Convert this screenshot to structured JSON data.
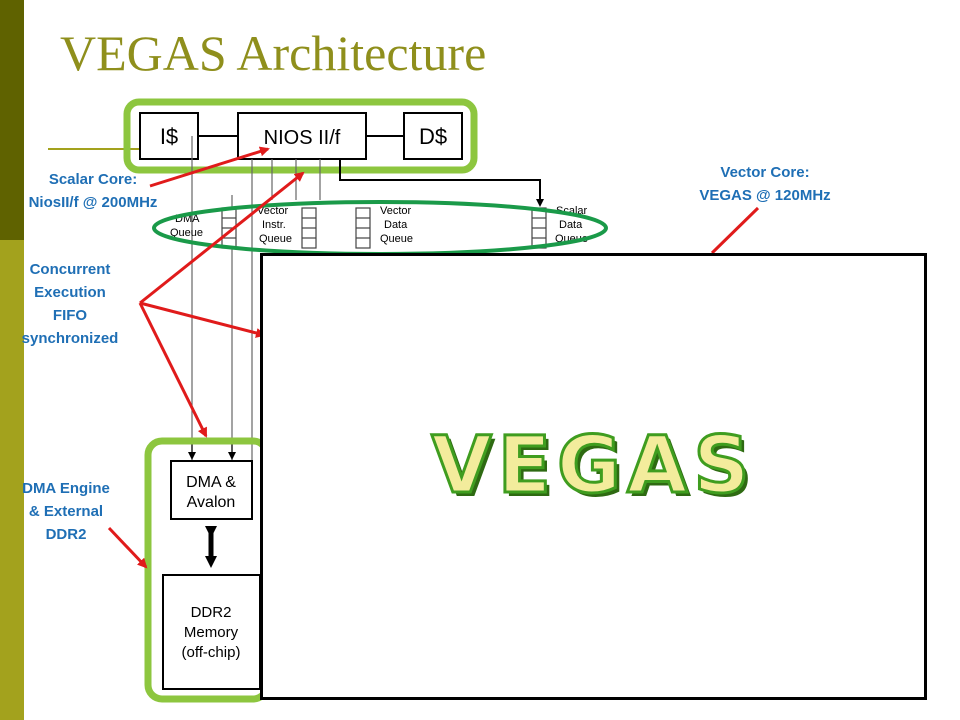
{
  "slide": {
    "title": "VEGAS Architecture"
  },
  "annotations": {
    "scalar_core_line1": "Scalar Core:",
    "scalar_core_line2": "NiosII/f @ 200MHz",
    "vector_core_line1": "Vector Core:",
    "vector_core_line2": "VEGAS @ 120MHz",
    "concurrent_line1": "Concurrent",
    "concurrent_line2": "Execution",
    "concurrent_line3": "FIFO",
    "concurrent_line4": "synchronized",
    "dma_line1": "DMA Engine",
    "dma_line2": "& External",
    "dma_line3": "DDR2"
  },
  "blocks": {
    "icache": "I$",
    "nios": "NIOS II/f",
    "dcache": "D$",
    "dma_line1": "DMA &",
    "dma_line2": "Avalon",
    "ddr2_line1": "DDR2",
    "ddr2_line2": "Memory",
    "ddr2_line3": "(off-chip)"
  },
  "queues": {
    "dma_q1": "DMA",
    "dma_q2": "Queue",
    "vi_q1": "Vector",
    "vi_q2": "Instr.",
    "vi_q3": "Queue",
    "vd_q1": "Vector",
    "vd_q2": "Data",
    "vd_q3": "Queue",
    "sd_q1": "Scalar",
    "sd_q2": "Data",
    "sd_q3": "Queue"
  },
  "vegas_logo_text": "VEGAS",
  "colors": {
    "sidebar_dark": "#5f6200",
    "sidebar_light": "#a3a21d",
    "title": "#8f8f1c",
    "annotation_text": "#1f6fb5",
    "highlight_green": "#8dc63f",
    "ellipse_green": "#1a9a49",
    "arrow_red": "#e01b1b"
  }
}
